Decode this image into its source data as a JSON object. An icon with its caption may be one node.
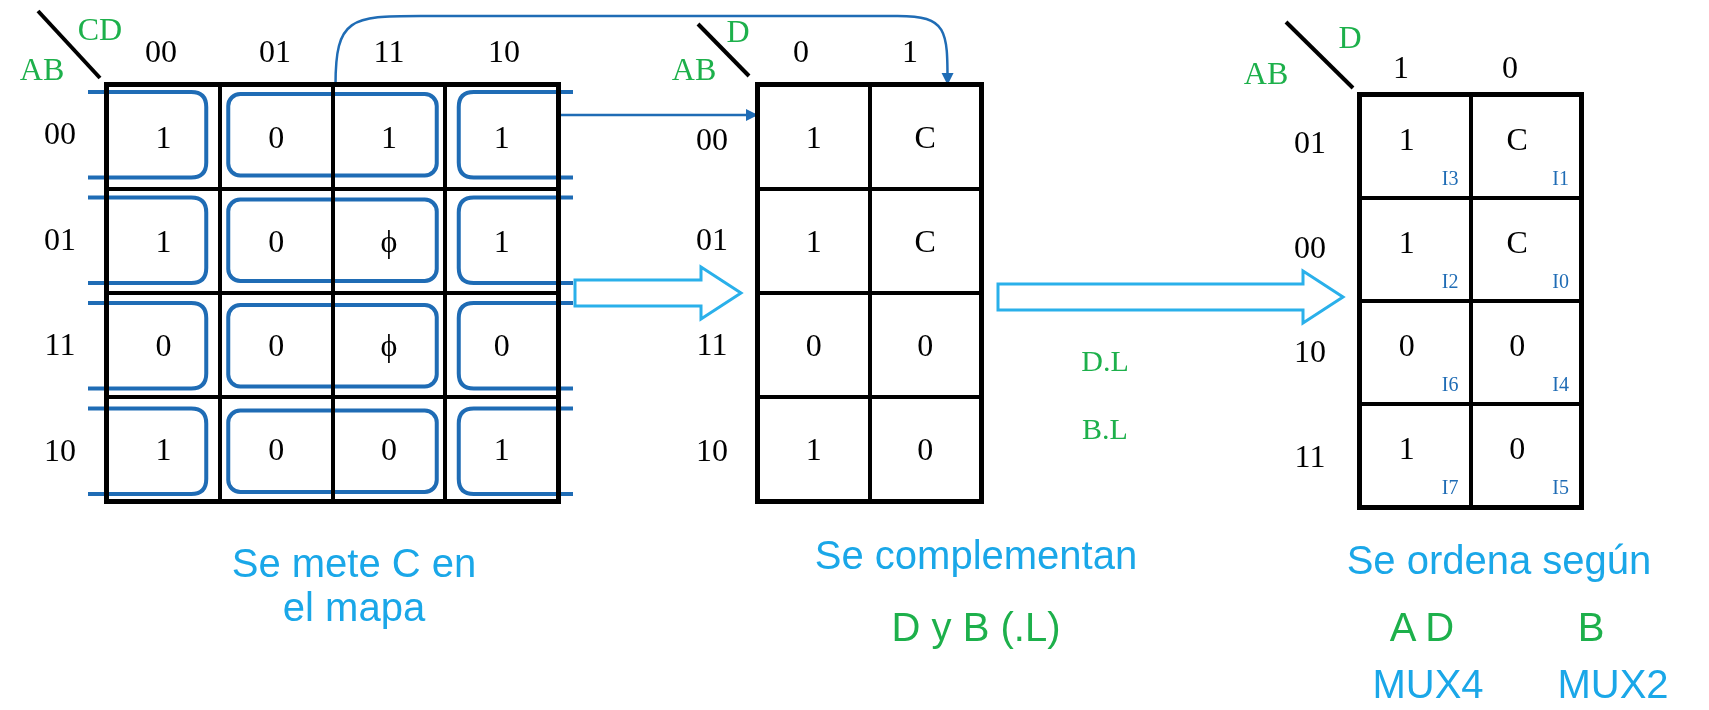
{
  "diagram": {
    "nodes": [
      {
        "text": [],
        "shape": "box"
      },
      {
        "text": [
          "1"
        ],
        "in": 0
      },
      {
        "text": [
          "0"
        ],
        "in": 0
      },
      {
        "text": [
          "1"
        ],
        "in": 0
      },
      {
        "text": [
          "1"
        ],
        "in": 0
      },
      {
        "text": [
          "1"
        ],
        "in": 0
      },
      {
        "text": [
          "0"
        ],
        "in": 0
      },
      {
        "text": [
          "ϕ"
        ],
        "in": 0
      },
      {
        "text": [
          "1"
        ],
        "in": 0
      },
      {
        "text": [
          "0"
        ],
        "in": 0
      },
      {
        "text": [
          "0"
        ],
        "in": 0
      },
      {
        "text": [
          "ϕ"
        ],
        "in": 0
      },
      {
        "text": [
          "0"
        ],
        "in": 0
      },
      {
        "text": [
          "1"
        ],
        "in": 0
      },
      {
        "text": [
          "0"
        ],
        "in": 0
      },
      {
        "text": [
          "0"
        ],
        "in": 0
      },
      {
        "text": [
          "1"
        ],
        "in": 0
      },
      {
        "text": [],
        "shape": "box"
      },
      {
        "text": [
          "1"
        ],
        "in": 17
      },
      {
        "text": [
          "C"
        ],
        "in": 17
      },
      {
        "text": [
          "1"
        ],
        "in": 17
      },
      {
        "text": [
          "C"
        ],
        "in": 17
      },
      {
        "text": [
          "0"
        ],
        "in": 17
      },
      {
        "text": [
          "0"
        ],
        "in": 17
      },
      {
        "text": [
          "1"
        ],
        "in": 17
      },
      {
        "text": [
          "0"
        ],
        "in": 17
      },
      {
        "text": [],
        "shape": "box"
      },
      {
        "text": [
          "1",
          "I3"
        ],
        "in": 26
      },
      {
        "text": [
          "C",
          "I1"
        ],
        "in": 26
      },
      {
        "text": [
          "1",
          "I2"
        ],
        "in": 26
      },
      {
        "text": [
          "C",
          "I0"
        ],
        "in": 26
      },
      {
        "text": [
          "0",
          "I6"
        ],
        "in": 26
      },
      {
        "text": [
          "0",
          "I4"
        ],
        "in": 26
      },
      {
        "text": [
          "1",
          "I7"
        ],
        "in": 26
      },
      {
        "text": [
          "0",
          "I5"
        ],
        "in": 26
      }
    ],
    "edges": [
      {
        "from": 4,
        "to": 18,
        "arrow": "to"
      },
      {
        "from": 3,
        "to": 19,
        "arrow": "to"
      },
      {
        "from": 0,
        "to": 17,
        "arrow": "to",
        "style": "thick",
        "color": "#2ab0ea"
      },
      {
        "from": 17,
        "to": 26,
        "arrow": "to",
        "style": "thick",
        "color": "#2ab0ea"
      }
    ],
    "labels": [
      "AB",
      "CD",
      "00",
      "01",
      "11",
      "10",
      "00",
      "01",
      "11",
      "10",
      "AB",
      "D",
      "0",
      "1",
      "00",
      "01",
      "11",
      "10",
      "AB",
      "D",
      "1",
      "0",
      "01",
      "00",
      "10",
      "11",
      "D.L",
      "B.L",
      "Se mete C en el mapa",
      "Se complementan",
      "D y B (.L)",
      "Se ordena según",
      "A D",
      "B",
      "MUX4",
      "MUX2"
    ]
  }
}
